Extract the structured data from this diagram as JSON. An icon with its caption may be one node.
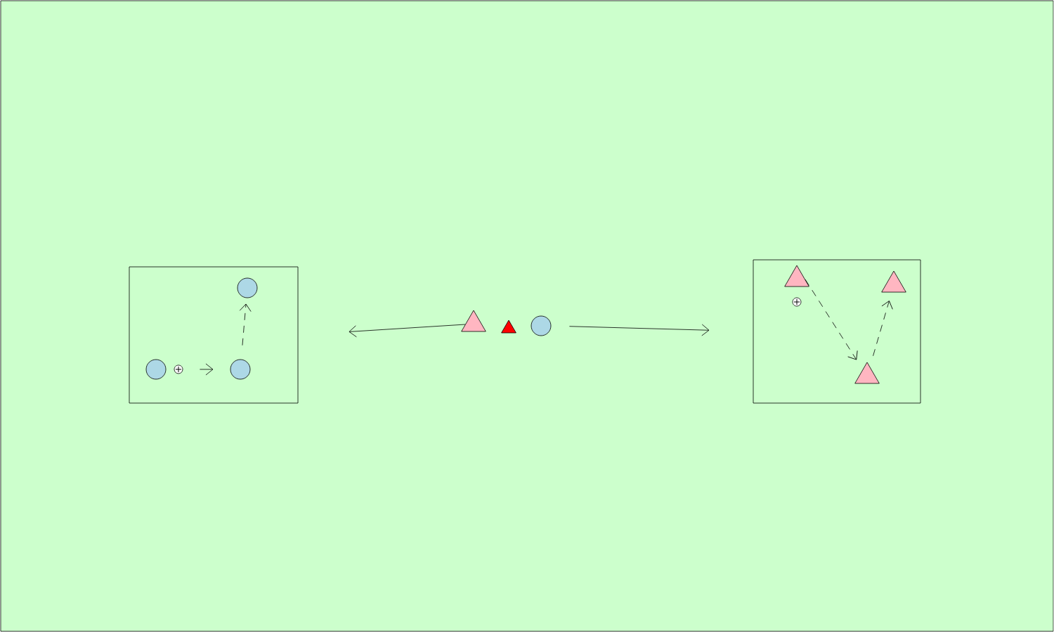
{
  "diagram": {
    "nodes": [
      {
        "text": [],
        "shape": "box"
      },
      {
        "text": [],
        "shape": "circle",
        "in": 0
      },
      {
        "text": [],
        "shape": "circle",
        "in": 0
      },
      {
        "text": [],
        "shape": "ball",
        "in": 0
      },
      {
        "text": [],
        "shape": "circle",
        "in": 0
      },
      {
        "text": [],
        "shape": "triangle"
      },
      {
        "text": [],
        "shape": "cone"
      },
      {
        "text": [],
        "shape": "circle"
      },
      {
        "text": [],
        "shape": "box"
      },
      {
        "text": [],
        "shape": "triangle",
        "in": 8
      },
      {
        "text": [],
        "shape": "triangle",
        "in": 8
      },
      {
        "text": [],
        "shape": "ball",
        "in": 8
      },
      {
        "text": [],
        "shape": "triangle",
        "in": 8
      }
    ],
    "edges": [
      {
        "from": 3,
        "to": 4,
        "arrow": "to"
      },
      {
        "from": 4,
        "to": 1,
        "arrow": "to",
        "style": "dashed"
      },
      {
        "from": 5,
        "to": 0,
        "arrow": "to"
      },
      {
        "from": 7,
        "to": 8,
        "arrow": "to"
      },
      {
        "from": 9,
        "to": 12,
        "arrow": "to",
        "style": "dashed"
      },
      {
        "from": 12,
        "to": 10,
        "arrow": "to",
        "style": "dashed"
      }
    ]
  }
}
